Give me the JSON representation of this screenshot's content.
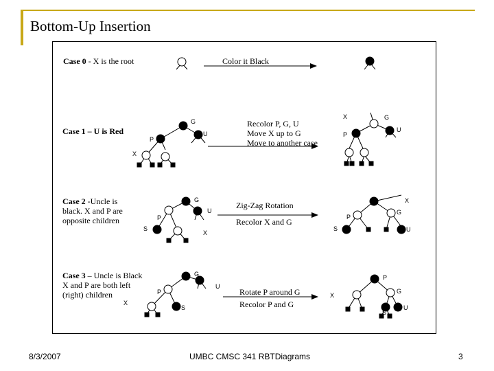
{
  "slide": {
    "title": "Bottom-Up Insertion",
    "date": "8/3/2007",
    "footer": "UMBC CMSC 341 RBTDiagrams",
    "page": "3"
  },
  "case0": {
    "bold": "Case 0",
    "rest": " -  X is the root",
    "action": "Color it Black"
  },
  "case1": {
    "text": "Case 1 – U is Red",
    "action1": "Recolor P, G, U",
    "action2": "Move X up to G",
    "action3": "Move to another case",
    "labels": {
      "g": "G",
      "u": "U",
      "p": "P",
      "x": "X",
      "rx": "X",
      "rg": "G",
      "rp": "P",
      "ru": "U"
    }
  },
  "case2": {
    "bold": "Case 2",
    "rest": " -Uncle is black. X and P are opposite children",
    "action1": "Zig-Zag Rotation",
    "action2": "Recolor X and G",
    "labels": {
      "g": "G",
      "u": "U",
      "p": "P",
      "s": "S",
      "x": "X",
      "rx": "X",
      "rg": "G",
      "rp": "P",
      "rs": "S",
      "ru": "U"
    }
  },
  "case3": {
    "bold": "Case 3",
    "rest": " – Uncle is Black X and P are both left (right) children",
    "action1": "Rotate P around G",
    "action2": "Recolor P and G",
    "labels": {
      "x_left": "X",
      "g": "G",
      "u": "U",
      "p": "P",
      "s": "S",
      "rp": "P",
      "rx": "X",
      "rg": "G",
      "rs": "S",
      "ru": "U"
    }
  }
}
